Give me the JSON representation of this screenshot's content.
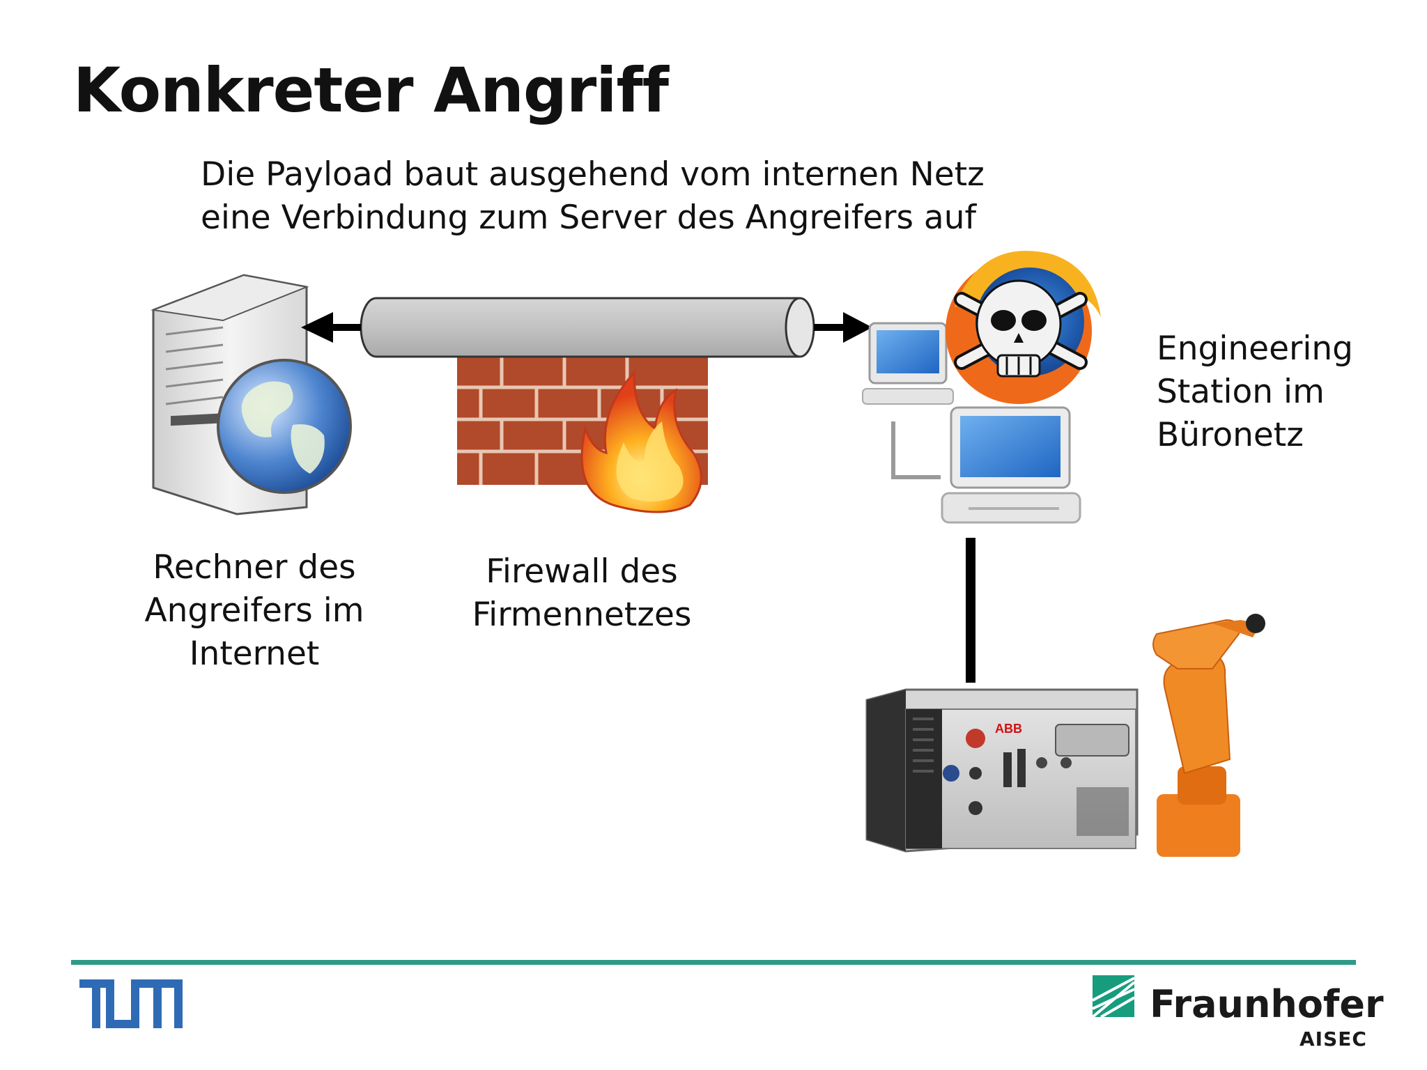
{
  "slide": {
    "title": "Konkreter Angriff",
    "subtitle": "Die Payload baut ausgehend vom internen Netz\neine Verbindung zum Server des Angreifers auf"
  },
  "nodes": {
    "attacker": {
      "label": "Rechner des\nAngreifers im\nInternet",
      "icon": "server-globe-icon"
    },
    "firewall": {
      "label": "Firewall des\nFirmennetzes",
      "icon": "firewall-icon"
    },
    "engineering_station": {
      "label": "Engineering\nStation im\nBüronetz",
      "icon": "workstation-icon"
    },
    "controller": {
      "icon": "robot-controller-icon",
      "brand": "ABB"
    },
    "robot": {
      "icon": "industrial-robot-icon"
    },
    "payload": {
      "icon": "skull-firefox-icon"
    }
  },
  "footer": {
    "left_logo": "TUM",
    "right_logo_name": "Fraunhofer",
    "right_logo_sub": "AISEC"
  },
  "colors": {
    "footer_rule": "#2e9a85",
    "tum_blue": "#2f6bb4",
    "fraunhofer_green": "#179c7d",
    "robot_orange": "#f08020",
    "brick": "#b04a2a"
  }
}
